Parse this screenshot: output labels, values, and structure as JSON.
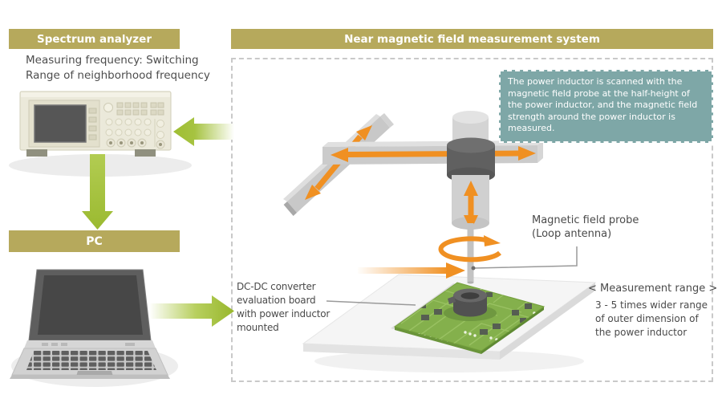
{
  "colors": {
    "header_bg": "#b6a95c",
    "header_text": "#ffffff",
    "note_bg": "#7ea7a7",
    "note_text": "#ffffff",
    "flow_arrow_green": "#a3c13c",
    "motion_arrow_orange": "#f09022",
    "pcb_green": "#84b04c",
    "label_text": "#4a4a4a"
  },
  "headers": {
    "spectrum_analyzer": "Spectrum analyzer",
    "pc": "PC",
    "measurement_system": "Near magnetic field measurement system"
  },
  "spectrum_analyzer": {
    "caption_line1": "Measuring frequency: Switching",
    "caption_line2": "Range of neighborhood frequency"
  },
  "measurement_system": {
    "note": "The power inductor is scanned with the magnetic field probe at the half-height of the power inductor, and the magnetic field strength around the power inductor is measured.",
    "probe_label_line1": "Magnetic field probe",
    "probe_label_line2": "(Loop antenna)",
    "board_label_lines": [
      "DC-DC converter",
      "evaluation board",
      "with power inductor",
      "mounted"
    ],
    "measurement_range_title": "< Measurement range >",
    "measurement_range_lines": [
      "3 - 5 times wider range",
      "of outer dimension of",
      "the power inductor"
    ]
  }
}
